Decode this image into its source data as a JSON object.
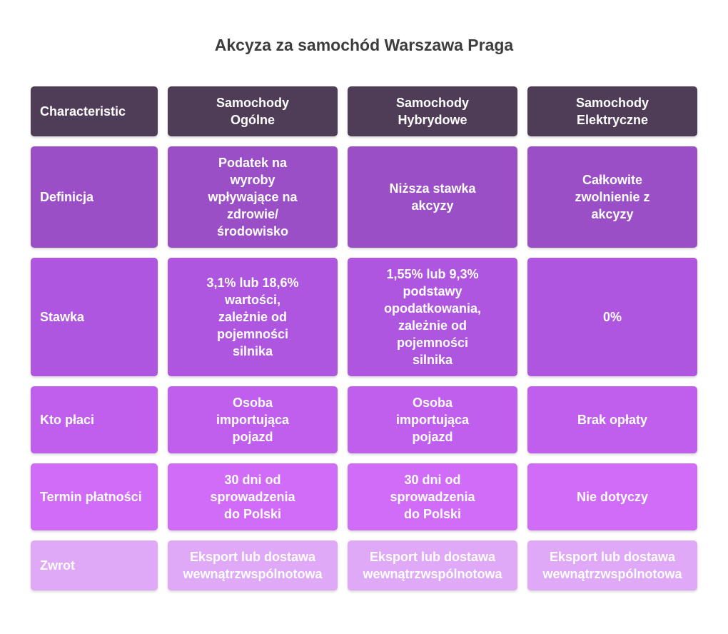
{
  "title": "Akcyza za samochód Warszawa Praga",
  "header": [
    "Characteristic",
    "Samochody\nOgólne",
    "Samochody\nHybrydowe",
    "Samochody\nElektryczne"
  ],
  "rows": [
    [
      "Definicja",
      "Podatek na\nwyroby\nwpływające na\nzdrowie/\nśrodowisko",
      "Niższa stawka\nakcyzy",
      "Całkowite\nzwolnienie z\nakcyzy"
    ],
    [
      "Stawka",
      "3,1% lub 18,6%\nwartości,\nzależnie od\npojemności\nsilnika",
      "1,55% lub 9,3%\npodstawy\nopodatkowania,\nzależnie od\npojemności\nsilnika",
      "0%"
    ],
    [
      "Kto płaci",
      "Osoba\nimportująca\npojazd",
      "Osoba\nimportująca\npojazd",
      "Brak opłaty"
    ],
    [
      "Termin płatności",
      "30 dni od\nsprowadzenia\ndo Polski",
      "30 dni od\nsprowadzenia\ndo Polski",
      "Nie dotyczy"
    ],
    [
      "Zwrot",
      "Eksport lub dostawa\nwewnątrzwspólnotowa",
      "Eksport lub dostawa\nwewnątrzwspólnotowa",
      "Eksport lub dostawa\nwewnątrzwspólnotowa"
    ]
  ],
  "colors": {
    "header": "#4f3d58",
    "rows": [
      "#9b4fc6",
      "#ae56df",
      "#c05fee",
      "#d06cf7",
      "#e0a9f7"
    ],
    "title": "#3d3d3d"
  }
}
